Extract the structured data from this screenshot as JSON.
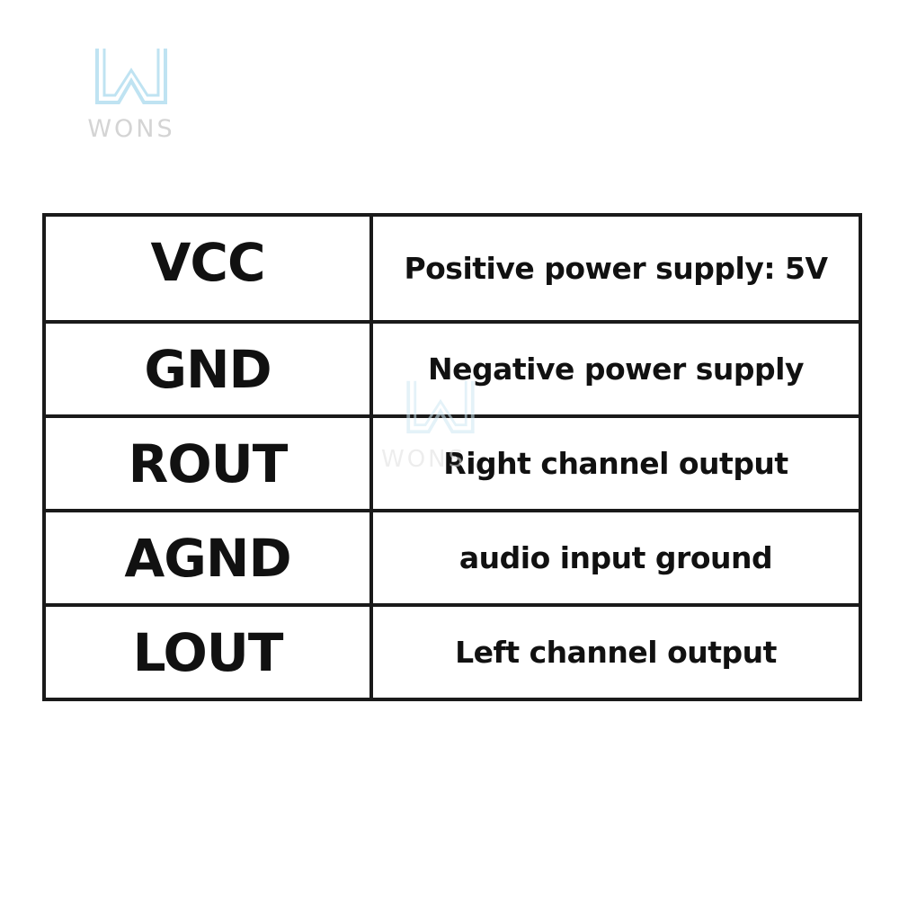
{
  "logo": {
    "text": "WONS",
    "color": "#a8d8ec"
  },
  "watermark": {
    "text": "WONS",
    "color": "#cfe8f3"
  },
  "table": {
    "rows": [
      {
        "pin": "VCC",
        "description": "Positive power supply: 5V"
      },
      {
        "pin": "GND",
        "description": "Negative power supply"
      },
      {
        "pin": "ROUT",
        "description": "Right channel output"
      },
      {
        "pin": "AGND",
        "description": "audio input ground"
      },
      {
        "pin": "LOUT",
        "description": "Left channel output"
      }
    ]
  }
}
